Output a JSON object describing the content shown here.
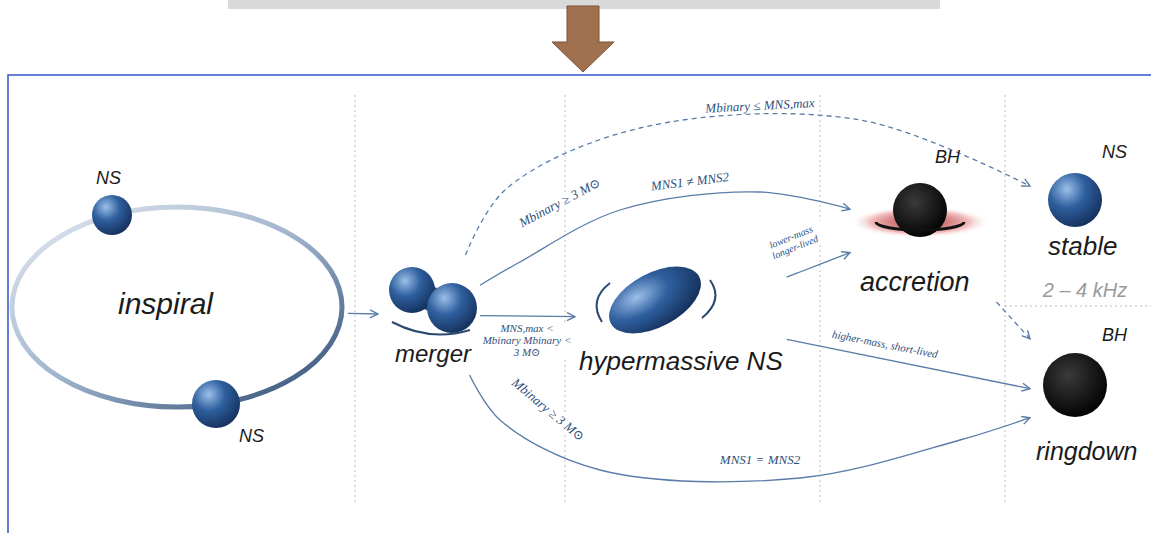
{
  "diagram": {
    "nodes": [
      {
        "text": [
          "inspiral"
        ]
      },
      {
        "text": [
          "NS"
        ],
        "in": 0
      },
      {
        "text": [
          "NS"
        ],
        "in": 0
      },
      {
        "text": [
          "merger"
        ]
      },
      {
        "text": [
          "hypermassive NS"
        ]
      },
      {
        "text": [
          "BH",
          "accretion"
        ]
      },
      {
        "text": [
          "NS",
          "stable"
        ]
      },
      {
        "text": [
          "BH",
          "ringdown"
        ]
      }
    ],
    "edges": [
      {
        "from": 0,
        "to": 3,
        "arrow": "to"
      },
      {
        "from": 3,
        "to": 6,
        "label": "Mbinary ≤ MNS,max",
        "arrow": "to"
      },
      {
        "from": 3,
        "to": 5,
        "label": "MNS1 ≠ MNS2",
        "arrow": "to"
      },
      {
        "from": 3,
        "to": 4,
        "label": "MNS,max < Mbinary Mbinary < 3 M⊙",
        "arrow": "to"
      },
      {
        "from": 3,
        "to": 7,
        "label": "MNS1 = MNS2",
        "arrow": "to"
      },
      {
        "from": 4,
        "to": 5,
        "label": "lower-mass longer-lived",
        "arrow": "to"
      },
      {
        "from": 4,
        "to": 7,
        "label": "higher-mass, short-lived",
        "arrow": "to"
      },
      {
        "from": 5,
        "to": 7,
        "arrow": "to"
      }
    ],
    "labels": [
      "Mbinary ≥ 3 M⊙",
      "Mbinary ≥ 3 M⊙",
      "2 – 4 kHz"
    ]
  }
}
